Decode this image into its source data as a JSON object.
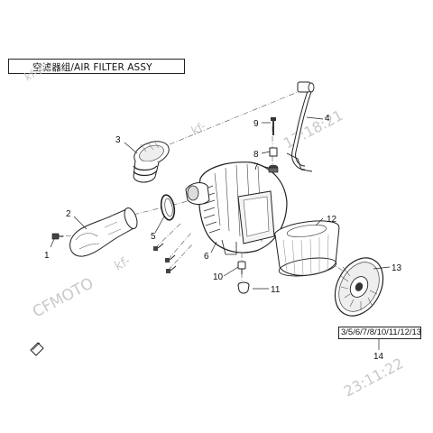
{
  "title": "空滤器组/AIR FILTER ASSY",
  "callouts": [
    "1",
    "2",
    "3",
    "4",
    "5",
    "6",
    "7",
    "8",
    "9",
    "10",
    "11",
    "12",
    "13",
    "14"
  ],
  "kit_label": "3/5/6/7/8/10/11/12/13",
  "watermarks": [
    "CFMOTO",
    "kf-",
    "kf-",
    "17:18:21",
    "23:11:22",
    "kf-wj"
  ],
  "colors": {
    "line": "#222222",
    "watermark": "#c9c9c9"
  }
}
